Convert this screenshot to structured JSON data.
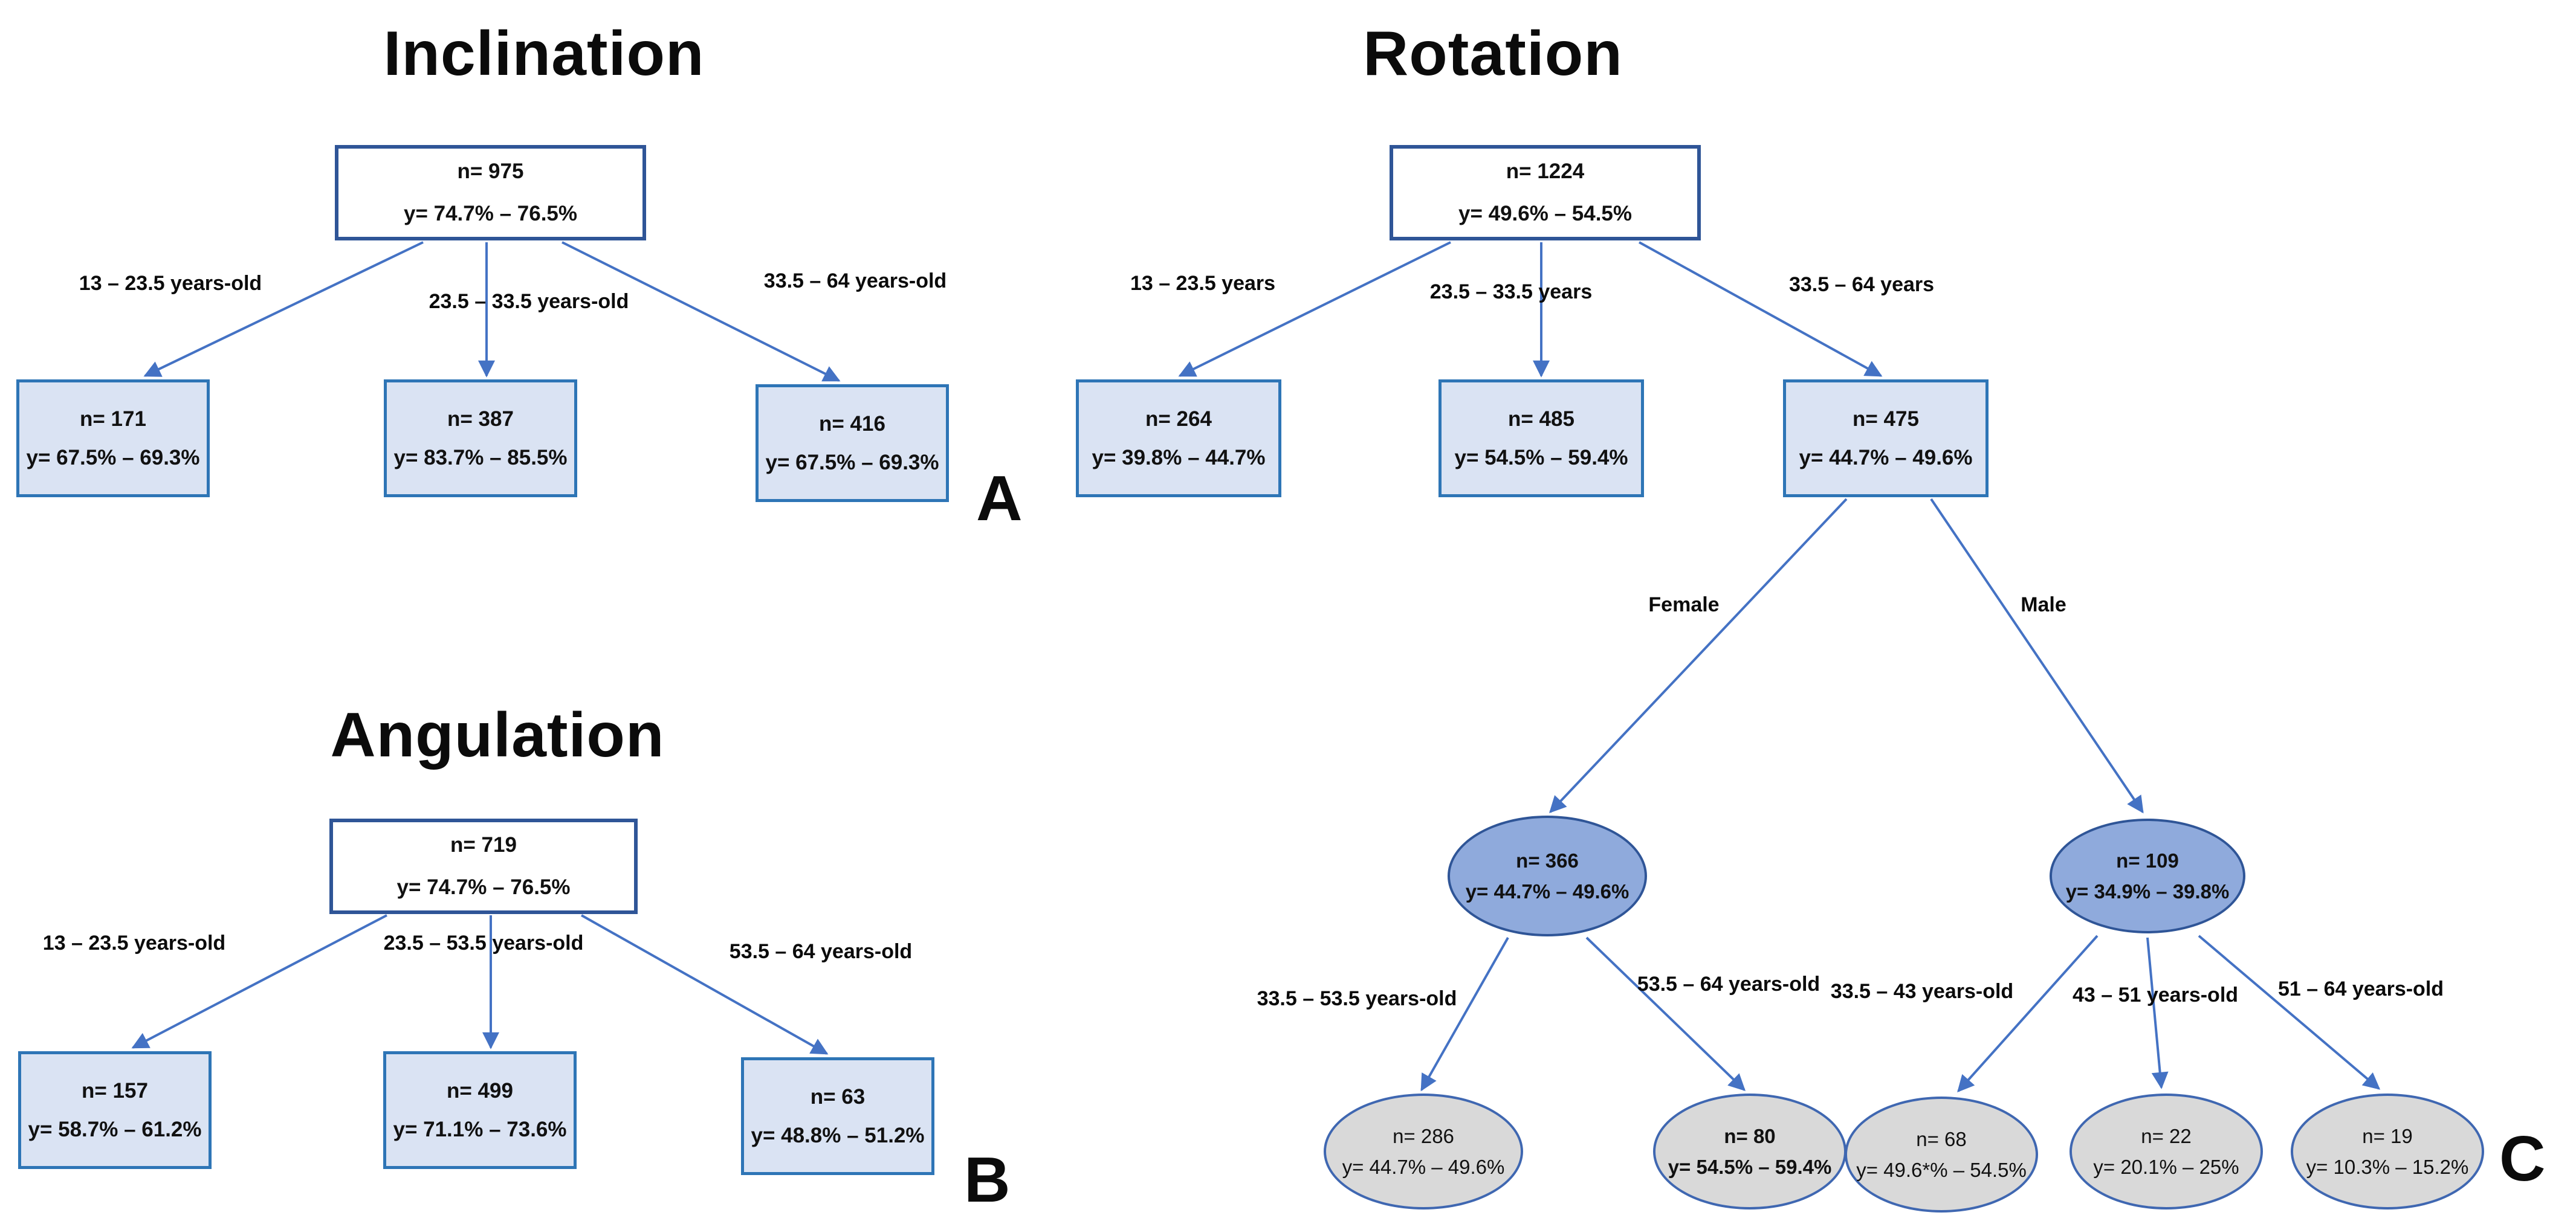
{
  "figure": {
    "colors": {
      "arrow": "#4472c4",
      "root_box_border": "#2f5597",
      "box_fill": "#dae3f3",
      "box_border": "#2e75b6",
      "sex_node_fill": "#8faadc",
      "leaf_ellipse_fill": "#d9d9d9",
      "ellipse_border": "#3f67b1",
      "text": "#111111",
      "background": "#ffffff"
    }
  },
  "inclination": {
    "title": "Inclination",
    "panel_letter": "A",
    "root": {
      "n": "n= 975",
      "y": "y= 74.7% – 76.5%"
    },
    "branch_labels": [
      "13 – 23.5  years-old",
      "23.5 – 33.5 years-old",
      "33.5 – 64 years-old"
    ],
    "leaves": [
      {
        "n": "n= 171",
        "y": "y= 67.5% – 69.3%"
      },
      {
        "n": "n= 387",
        "y": "y= 83.7% – 85.5%"
      },
      {
        "n": "n= 416",
        "y": "y= 67.5% – 69.3%"
      }
    ]
  },
  "angulation": {
    "title": "Angulation",
    "panel_letter": "B",
    "root": {
      "n": "n= 719",
      "y": "y= 74.7% – 76.5%"
    },
    "branch_labels": [
      "13 – 23.5 years-old",
      "23.5 – 53.5 years-old",
      "53.5 – 64 years-old"
    ],
    "leaves": [
      {
        "n": "n= 157",
        "y": "y= 58.7% – 61.2%"
      },
      {
        "n": "n= 499",
        "y": "y= 71.1% – 73.6%"
      },
      {
        "n": "n= 63",
        "y": "y= 48.8% – 51.2%"
      }
    ]
  },
  "rotation": {
    "title": "Rotation",
    "panel_letter": "C",
    "root": {
      "n": "n= 1224",
      "y": "y= 49.6% – 54.5%"
    },
    "branch_labels": [
      "13 – 23.5 years",
      "23.5 – 33.5 years",
      "33.5 – 64 years"
    ],
    "level2": [
      {
        "n": "n= 264",
        "y": "y= 39.8% – 44.7%"
      },
      {
        "n": "n= 485",
        "y": "y= 54.5% – 59.4%"
      },
      {
        "n": "n= 475",
        "y": "y= 44.7% – 49.6%"
      }
    ],
    "sex_labels": {
      "female": "Female",
      "male": "Male"
    },
    "female_node": {
      "n": "n= 366",
      "y": "y= 44.7% – 49.6%"
    },
    "male_node": {
      "n": "n= 109",
      "y": "y= 34.9% – 39.8%"
    },
    "female_branch_labels": [
      "33.5 – 53.5 years-old",
      "53.5 – 64 years-old"
    ],
    "male_branch_labels": [
      "33.5 – 43 years-old",
      "43 – 51 years-old",
      "51 – 64 years-old"
    ],
    "female_leaves": [
      {
        "n": "n= 286",
        "y": "y= 44.7% – 49.6%"
      },
      {
        "n": "n= 80",
        "y": "y= 54.5% – 59.4%"
      }
    ],
    "male_leaves": [
      {
        "n": "n= 68",
        "y": "y= 49.6*% – 54.5%"
      },
      {
        "n": "n= 22",
        "y": "y= 20.1% – 25%"
      },
      {
        "n": "n= 19",
        "y": "y= 10.3% – 15.2%"
      }
    ]
  }
}
